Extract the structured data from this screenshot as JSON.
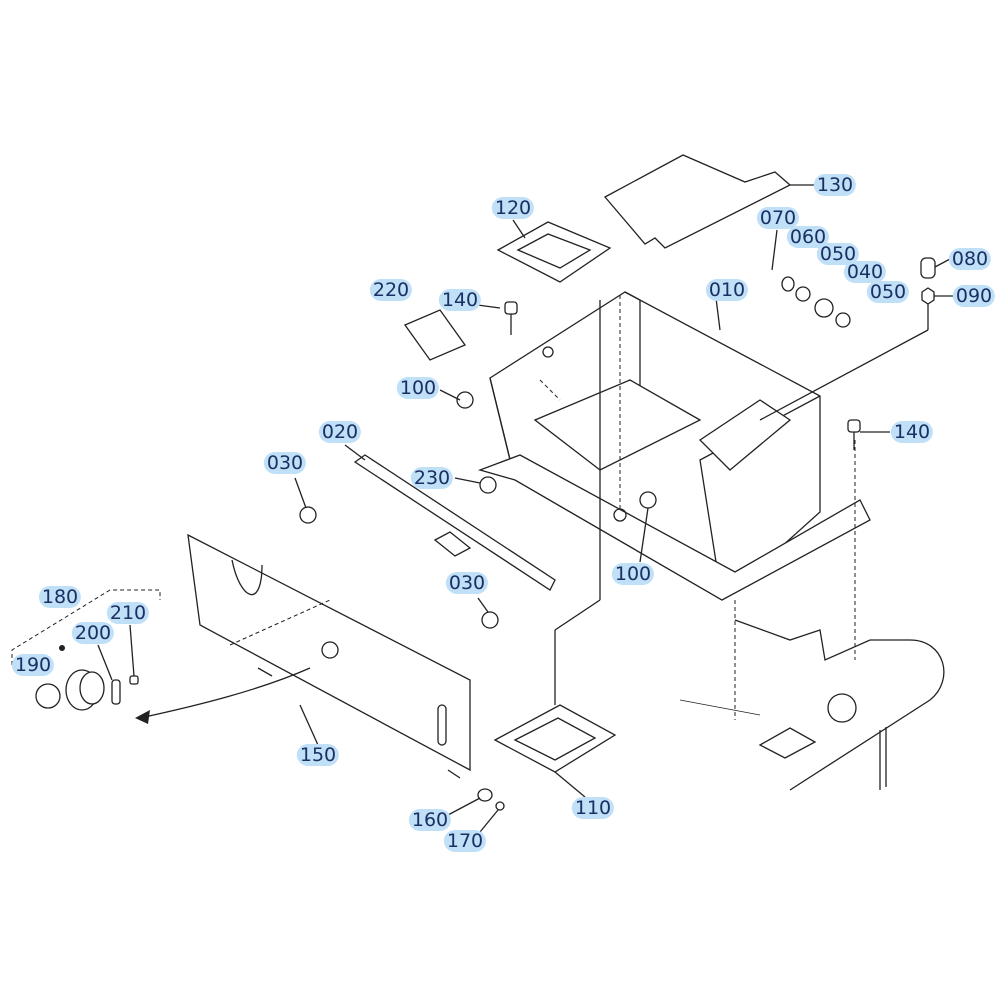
{
  "diagram": {
    "callouts": [
      {
        "id": "130",
        "label": "130"
      },
      {
        "id": "120",
        "label": "120"
      },
      {
        "id": "070",
        "label": "070"
      },
      {
        "id": "060",
        "label": "060"
      },
      {
        "id": "050a",
        "label": "050"
      },
      {
        "id": "040",
        "label": "040"
      },
      {
        "id": "050b",
        "label": "050"
      },
      {
        "id": "080",
        "label": "080"
      },
      {
        "id": "090",
        "label": "090"
      },
      {
        "id": "010",
        "label": "010"
      },
      {
        "id": "220",
        "label": "220"
      },
      {
        "id": "140a",
        "label": "140"
      },
      {
        "id": "100a",
        "label": "100"
      },
      {
        "id": "140b",
        "label": "140"
      },
      {
        "id": "020",
        "label": "020"
      },
      {
        "id": "030a",
        "label": "030"
      },
      {
        "id": "230",
        "label": "230"
      },
      {
        "id": "100b",
        "label": "100"
      },
      {
        "id": "030b",
        "label": "030"
      },
      {
        "id": "180",
        "label": "180"
      },
      {
        "id": "210",
        "label": "210"
      },
      {
        "id": "200",
        "label": "200"
      },
      {
        "id": "190",
        "label": "190"
      },
      {
        "id": "150",
        "label": "150"
      },
      {
        "id": "110",
        "label": "110"
      },
      {
        "id": "160",
        "label": "160"
      },
      {
        "id": "170",
        "label": "170"
      }
    ],
    "colors": {
      "callout_bg": "#bfe0f7",
      "callout_text": "#1b2f63",
      "line": "#222222"
    }
  }
}
